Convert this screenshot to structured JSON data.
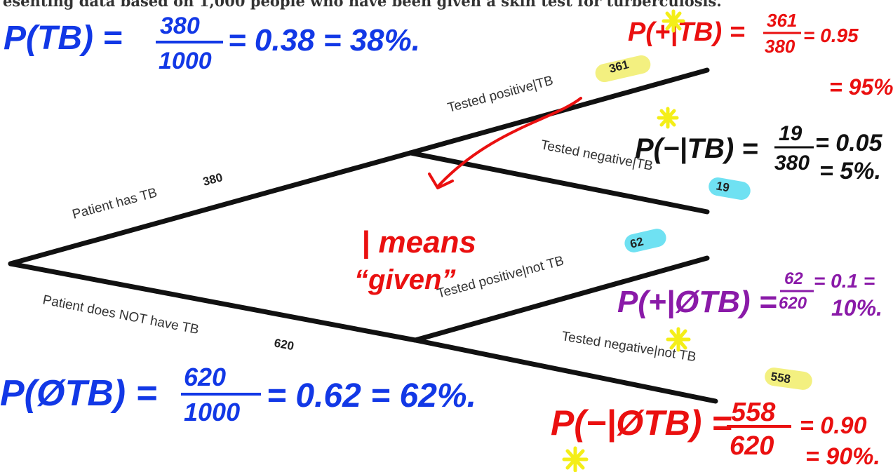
{
  "header": {
    "text": "esenting data based on 1,000 people who have been given a skin test for turberculosis."
  },
  "tree": {
    "branches": [
      {
        "label": "Patient has TB",
        "count": "380"
      },
      {
        "label": "Patient does NOT have TB",
        "count": "620"
      },
      {
        "label": "Tested positive|TB",
        "count": "361"
      },
      {
        "label": "Tested negative|TB",
        "count": "19"
      },
      {
        "label": "Tested positive|not TB",
        "count": "62"
      },
      {
        "label": "Tested negative|not TB",
        "count": "558"
      }
    ]
  },
  "annotations": {
    "p_tb": {
      "lhs": "P(TB) =",
      "num": "380",
      "den": "1000",
      "rhs": "= 0.38 = 38%."
    },
    "p_not_tb": {
      "lhs": "P(ØTB) =",
      "num": "620",
      "den": "1000",
      "rhs": "= 0.62 = 62%."
    },
    "p_pos_tb": {
      "lhs": "P(+|TB) =",
      "num": "361",
      "den": "380",
      "rhs": "= 0.95",
      "rhs2": "= 95%."
    },
    "p_neg_tb": {
      "lhs": "P(−|TB) =",
      "num": "19",
      "den": "380",
      "rhs": "= 0.05",
      "rhs2": "= 5%."
    },
    "p_pos_not_tb": {
      "lhs": "P(+|ØTB) =",
      "num": "62",
      "den": "620",
      "rhs": "= 0.1 =",
      "rhs2": "10%."
    },
    "p_neg_not_tb": {
      "lhs": "P(−|ØTB) =",
      "num": "558",
      "den": "620",
      "rhs": "= 0.90",
      "rhs2": "= 90%."
    },
    "note": {
      "line1": "| means",
      "line2": "“given”"
    }
  },
  "colors": {
    "blue": "#1238e6",
    "red": "#ea1010",
    "black": "#111111",
    "purple": "#8a1aa8",
    "star": "#f4ee18",
    "highlight_yellow": "#f3f080",
    "highlight_cyan": "#6fe1f2"
  }
}
